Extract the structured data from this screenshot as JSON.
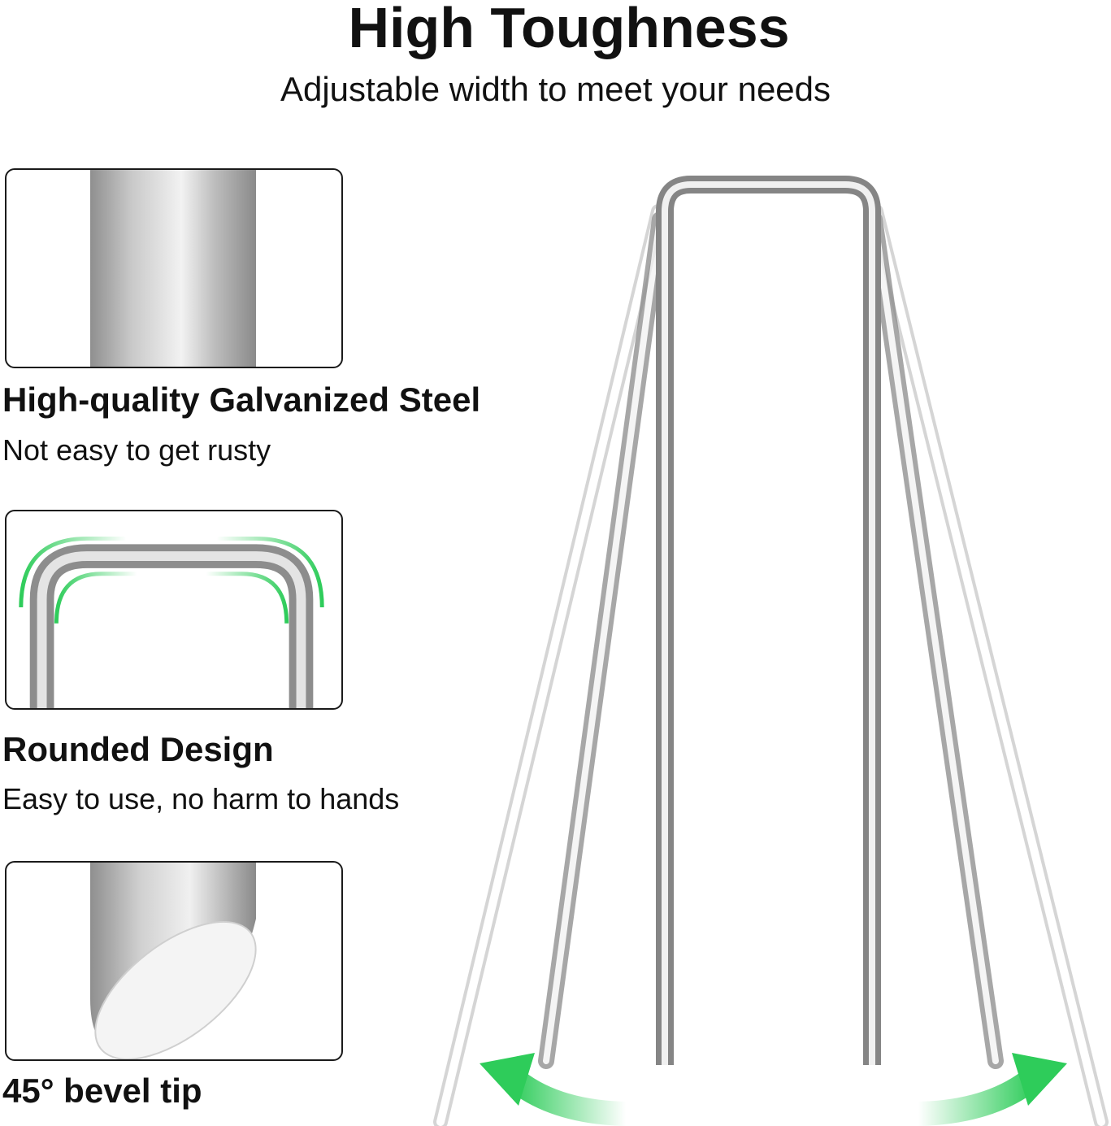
{
  "header": {
    "title": "High Toughness",
    "subtitle": "Adjustable width to meet your needs"
  },
  "features": [
    {
      "title": "High-quality Galvanized Steel",
      "description": "Not easy to get rusty",
      "icon": "steel-rod-closeup-icon"
    },
    {
      "title": "Rounded Design",
      "description": "Easy to use, no harm to hands",
      "icon": "rounded-bend-icon"
    },
    {
      "title": "45° bevel tip",
      "description": "",
      "icon": "bevel-tip-icon"
    }
  ],
  "colors": {
    "accent_green": "#2ecc5a",
    "steel_light": "#e9e9e9",
    "steel_dark": "#9a9a9a",
    "text": "#111111",
    "border": "#1a1a1a"
  }
}
